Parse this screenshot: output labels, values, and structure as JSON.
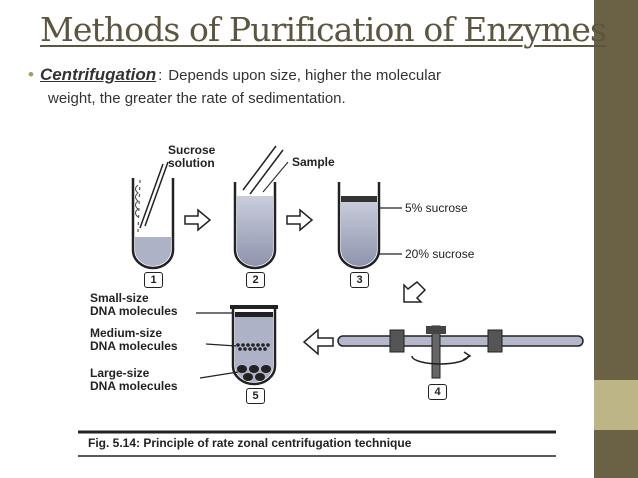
{
  "slide": {
    "title": "Methods of Purification of Enzymes",
    "bullet": {
      "term": "Centrifugation",
      "colon": ":",
      "line1": "Depends upon size, higher the molecular",
      "line2": "weight, the greater the rate of sedimentation."
    }
  },
  "diagram": {
    "labels": {
      "sucrose_solution_1": "Sucrose",
      "sucrose_solution_2": "solution",
      "sample": "Sample",
      "five_percent": "5% sucrose",
      "twenty_percent": "20% sucrose",
      "small_1": "Small-size",
      "small_2": "DNA molecules",
      "medium_1": "Medium-size",
      "medium_2": "DNA molecules",
      "large_1": "Large-size",
      "large_2": "DNA molecules"
    },
    "steps": [
      "1",
      "2",
      "3",
      "4",
      "5"
    ],
    "caption": "Fig. 5.14: Principle of rate zonal centrifugation technique"
  },
  "colors": {
    "sidebar": "#6b6246",
    "sidebar_accent": "#bdb585",
    "title": "#5c5640",
    "bullet": "#a79a5f",
    "fill": "#aeb2c6"
  }
}
